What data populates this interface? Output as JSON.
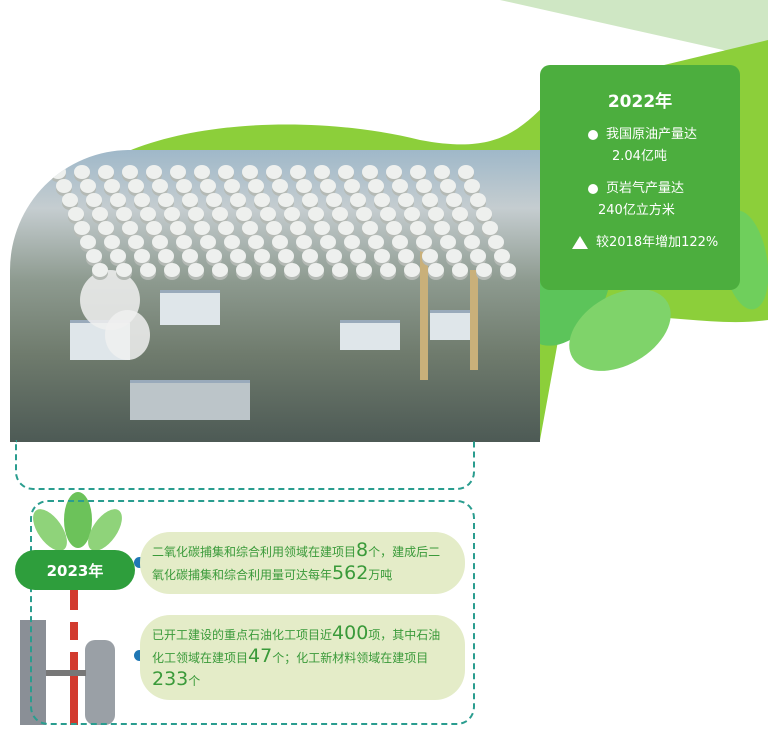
{
  "colors": {
    "green_box": "#4cae3e",
    "dark_green": "#2e9e3c",
    "card_bg": "#e4ecc8",
    "dash": "#2a9d8f",
    "dot": "#1f77b4"
  },
  "box2022": {
    "year": "2022年",
    "item1_label": "我国原油产量达",
    "item1_value": "2.04亿吨",
    "item2_label": "页岩气产量达",
    "item2_value": "240亿立方米",
    "item3": "较2018年增加122%"
  },
  "section2023": {
    "year": "2023年",
    "card1": {
      "pre": "二氧化碳捕集和综合利用领域在建项目",
      "n1": "8",
      "mid": "个，建成后二氧化碳捕集和综合利用量可达每年",
      "n2": "562",
      "post": "万吨"
    },
    "card2": {
      "pre": "已开工建设的重点石油化工项目近",
      "n1": "400",
      "mid1": "项，其中石油化工领域在建项目",
      "n2": "47",
      "mid2": "个；化工新材料领域在建项目",
      "n3": "233",
      "post": "个"
    }
  }
}
